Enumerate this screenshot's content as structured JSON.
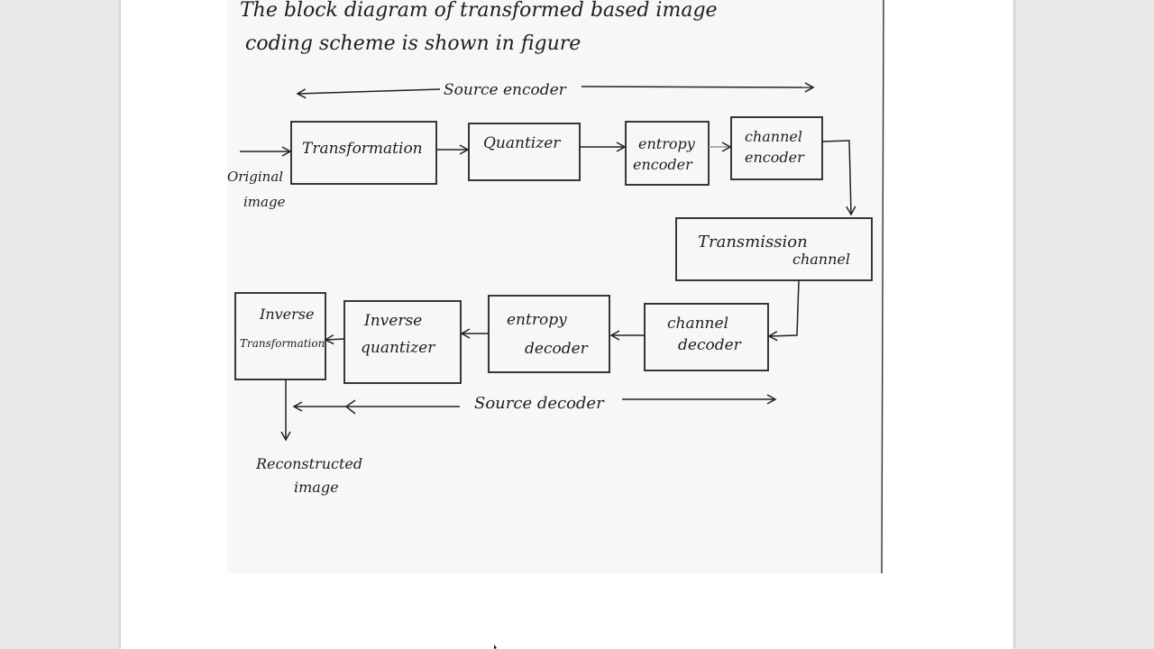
{
  "heading": {
    "line1": "The block diagram of transformed based image",
    "line2": "coding scheme is shown in figure"
  },
  "labels": {
    "source_encoder": "Source encoder",
    "source_decoder": "Source decoder",
    "original_image": [
      "Original",
      "image"
    ],
    "reconstructed_image": [
      "Reconstructed",
      "image"
    ]
  },
  "blocks": {
    "transformation": [
      "Transformation"
    ],
    "quantizer": [
      "Quantizer"
    ],
    "entropy_encoder": [
      "entropy",
      "encoder"
    ],
    "channel_encoder": [
      "channel",
      "encoder"
    ],
    "transmission_channel": [
      "Transmission",
      "channel"
    ],
    "channel_decoder": [
      "channel",
      "decoder"
    ],
    "entropy_decoder": [
      "entropy",
      "decoder"
    ],
    "inverse_quantizer": [
      "Inverse",
      "quantizer"
    ],
    "inverse_transformation": [
      "Inverse",
      "Transformation"
    ]
  }
}
